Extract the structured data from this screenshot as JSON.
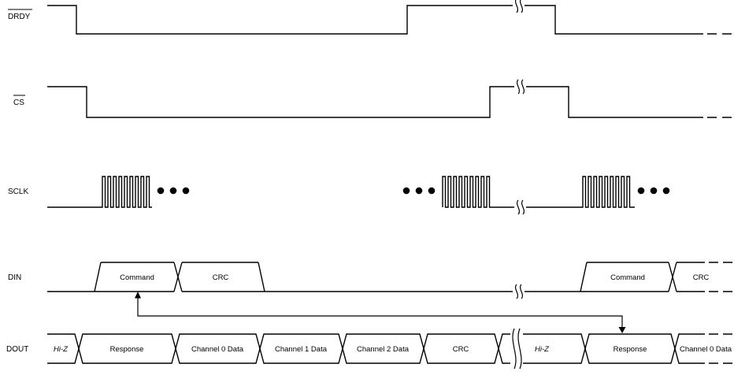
{
  "signals": [
    {
      "label": "DRDY",
      "overline": true
    },
    {
      "label": "CS",
      "overline": true
    },
    {
      "label": "SCLK",
      "overline": false
    },
    {
      "label": "DIN",
      "overline": false
    },
    {
      "label": "DOUT",
      "overline": false
    }
  ],
  "din": {
    "frame1": {
      "command": "Command",
      "crc": "CRC"
    },
    "frame2": {
      "command": "Command",
      "crc": "CRC"
    }
  },
  "dout": {
    "segments": [
      "Hi-Z",
      "Response",
      "Channel 0 Data",
      "Channel 1 Data",
      "Channel 2 Data",
      "CRC",
      "Hi-Z",
      "Response",
      "Channel 0 Data"
    ]
  },
  "colors": {
    "line": "#000000",
    "background": "#ffffff"
  }
}
